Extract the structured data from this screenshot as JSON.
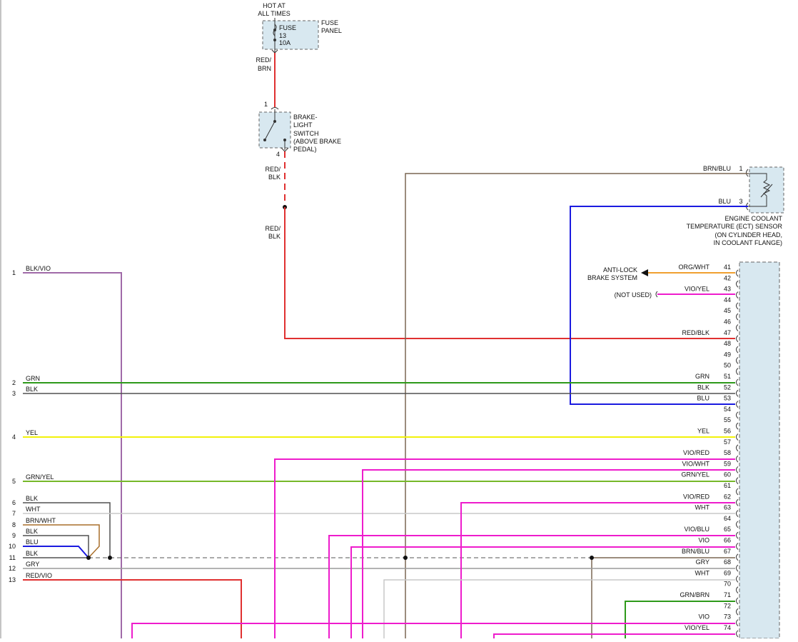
{
  "fuse": {
    "hot_line1": "HOT AT",
    "hot_line2": "ALL TIMES",
    "label": "FUSE",
    "number": "13",
    "rating": "10A",
    "panel_line1": "FUSE",
    "panel_line2": "PANEL"
  },
  "wire_red_brn": {
    "line1": "RED/",
    "line2": "BRN"
  },
  "brake_switch": {
    "pin_top": "1",
    "pin_bottom": "4",
    "lines": [
      "BRAKE-",
      "LIGHT",
      "SWITCH",
      "(ABOVE BRAKE",
      "PEDAL)"
    ]
  },
  "wire_red_blk_a": {
    "line1": "RED/",
    "line2": "BLK"
  },
  "wire_red_blk_b": {
    "line1": "RED/",
    "line2": "BLK"
  },
  "ect_sensor": {
    "wire_top": "BRN/BLU",
    "pin_top": "1",
    "wire_bottom": "BLU",
    "pin_bottom": "3",
    "lines": [
      "ENGINE COOLANT",
      "TEMPERATURE (ECT) SENSOR",
      "(ON CYLINDER HEAD,",
      "IN COOLANT FLANGE)"
    ]
  },
  "abs": {
    "line1": "ANTI-LOCK",
    "line2": "BRAKE SYSTEM"
  },
  "not_used": "(NOT USED)",
  "left_pins": [
    {
      "num": "1",
      "wire": "BLK/VIO"
    },
    {
      "num": "2",
      "wire": "GRN"
    },
    {
      "num": "3",
      "wire": "BLK"
    },
    {
      "num": "4",
      "wire": "YEL"
    },
    {
      "num": "5",
      "wire": "GRN/YEL"
    },
    {
      "num": "6",
      "wire": "BLK"
    },
    {
      "num": "7",
      "wire": "WHT"
    },
    {
      "num": "8",
      "wire": "BRN/WHT"
    },
    {
      "num": "9",
      "wire": "BLK"
    },
    {
      "num": "10",
      "wire": "BLU"
    },
    {
      "num": "11",
      "wire": "BLK"
    },
    {
      "num": "12",
      "wire": "GRY"
    },
    {
      "num": "13",
      "wire": "RED/VIO"
    }
  ],
  "right_pins": [
    {
      "num": "41",
      "wire": "ORG/WHT"
    },
    {
      "num": "42",
      "wire": ""
    },
    {
      "num": "43",
      "wire": "VIO/YEL"
    },
    {
      "num": "44",
      "wire": ""
    },
    {
      "num": "45",
      "wire": ""
    },
    {
      "num": "46",
      "wire": ""
    },
    {
      "num": "47",
      "wire": "RED/BLK"
    },
    {
      "num": "48",
      "wire": ""
    },
    {
      "num": "49",
      "wire": ""
    },
    {
      "num": "50",
      "wire": ""
    },
    {
      "num": "51",
      "wire": "GRN"
    },
    {
      "num": "52",
      "wire": "BLK"
    },
    {
      "num": "53",
      "wire": "BLU"
    },
    {
      "num": "54",
      "wire": ""
    },
    {
      "num": "55",
      "wire": ""
    },
    {
      "num": "56",
      "wire": "YEL"
    },
    {
      "num": "57",
      "wire": ""
    },
    {
      "num": "58",
      "wire": "VIO/RED"
    },
    {
      "num": "59",
      "wire": "VIO/WHT"
    },
    {
      "num": "60",
      "wire": "GRN/YEL"
    },
    {
      "num": "61",
      "wire": ""
    },
    {
      "num": "62",
      "wire": "VIO/RED"
    },
    {
      "num": "63",
      "wire": "WHT"
    },
    {
      "num": "64",
      "wire": ""
    },
    {
      "num": "65",
      "wire": "VIO/BLU"
    },
    {
      "num": "66",
      "wire": "VIO"
    },
    {
      "num": "67",
      "wire": "BRN/BLU"
    },
    {
      "num": "68",
      "wire": "GRY"
    },
    {
      "num": "69",
      "wire": "WHT"
    },
    {
      "num": "70",
      "wire": ""
    },
    {
      "num": "71",
      "wire": "GRN/BRN"
    },
    {
      "num": "72",
      "wire": ""
    },
    {
      "num": "73",
      "wire": "VIO"
    },
    {
      "num": "74",
      "wire": "VIO/YEL"
    }
  ],
  "colors": {
    "red": "#e03030",
    "green": "#2e9a1a",
    "blk": "#505050",
    "yellow": "#f2f20a",
    "yelgrn": "#76b82a",
    "magenta": "#ee1ccc",
    "violet": "#a06aa8",
    "brown": "#7a6652",
    "blue": "#1a1ae0",
    "orange": "#f0a030",
    "white_wire": "#c8c8c8",
    "grey": "#9a9a9a",
    "connector_fill": "#d8e8f0"
  }
}
